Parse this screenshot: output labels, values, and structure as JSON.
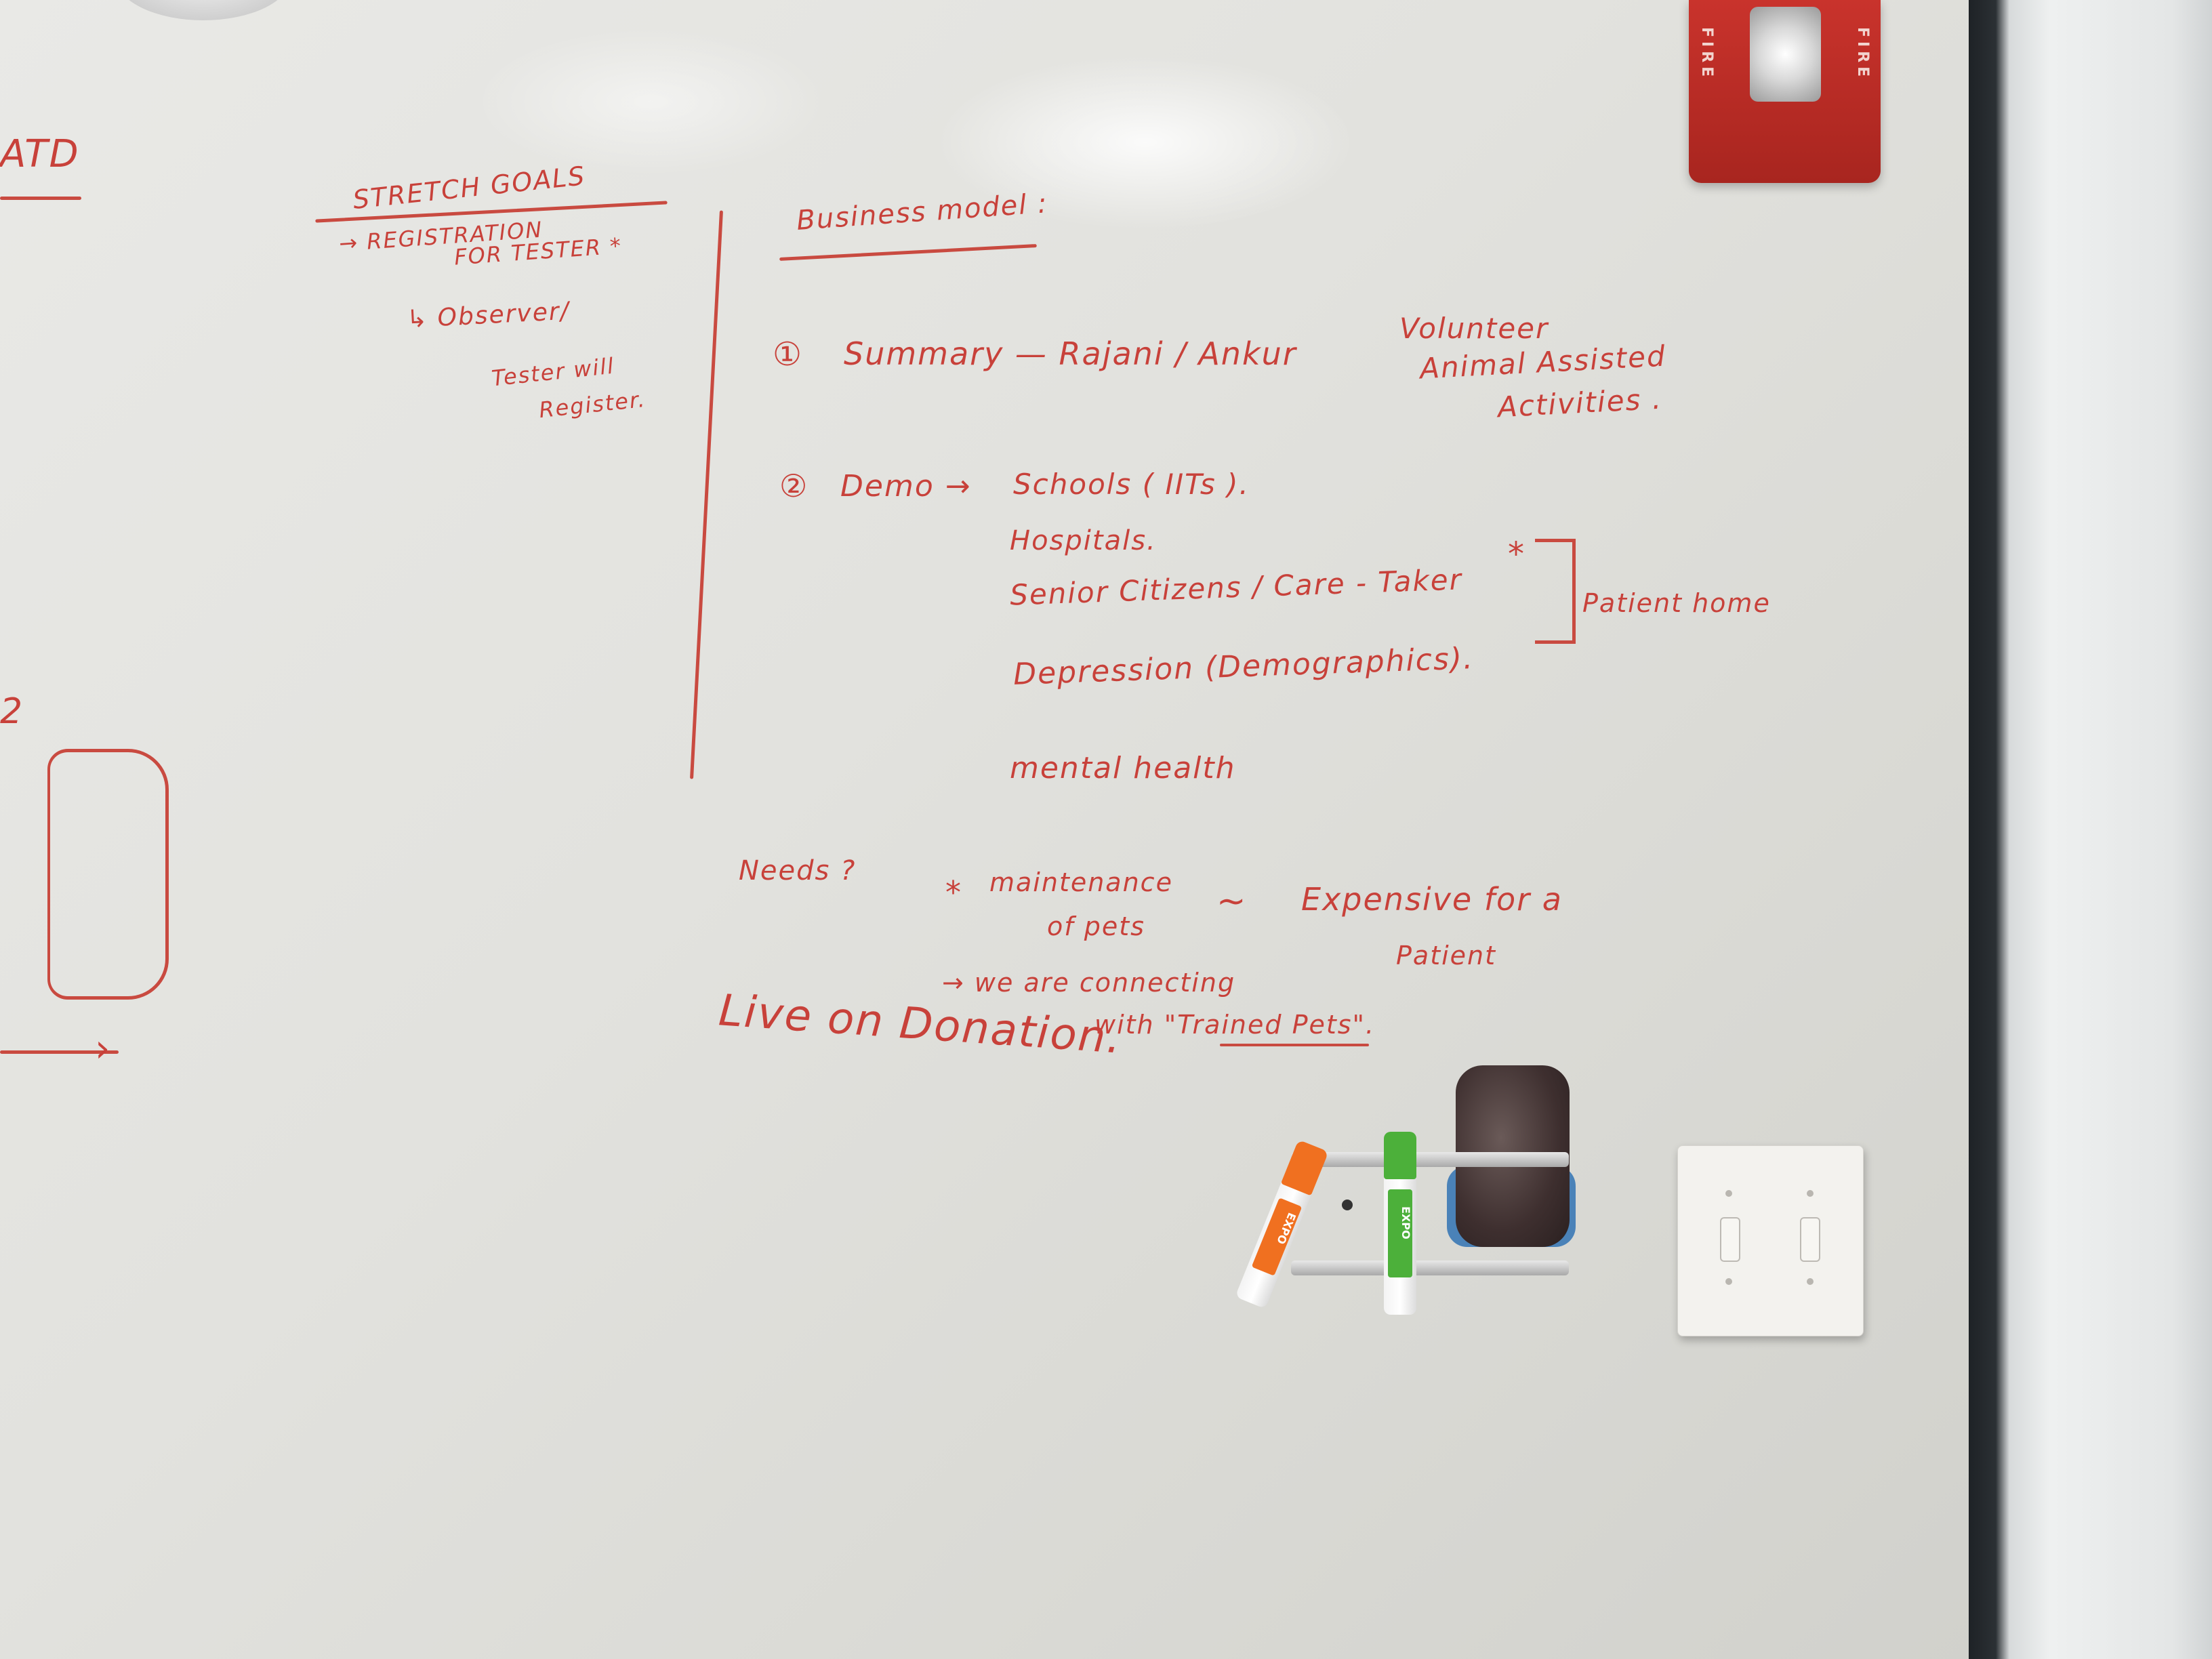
{
  "scene": {
    "description_tags": [
      "whiteboard",
      "handwriting",
      "fire-alarm",
      "light-switch",
      "marker-tray"
    ],
    "colors": {
      "ink": "#c8413a",
      "board": "#e4e4e0",
      "alarm": "#b52a24",
      "door_frame": "#1e2226"
    }
  },
  "board": {
    "left_fragment": "ATD",
    "stretch": {
      "title": "STRETCH GOALS",
      "line1": "→ REGISTRATION",
      "line2": "FOR TESTER *",
      "line3": "↳ Observer/",
      "line4": "Tester will",
      "line5": "Register."
    },
    "business_model": {
      "title": "Business model :",
      "item1_num": "①",
      "item1": "Summary  —  Rajani / Ankur",
      "volunteer1": "Volunteer",
      "volunteer2": "Animal Assisted",
      "volunteer3": "Activities .",
      "item2_num": "②",
      "item2": "Demo  →",
      "schools": "Schools  ( IITs ).",
      "hospitals": "Hospitals.",
      "seniors": "Senior Citizens / Care - Taker",
      "star": "*",
      "patient_home": "Patient home",
      "depression": "Depression (Demographics).",
      "mental": "mental health"
    },
    "needs": {
      "label": "Needs ?",
      "star": "*",
      "maintenance1": "maintenance",
      "maintenance2": "of pets",
      "tilde": "~",
      "expensive": "Expensive  for a",
      "patient": "Patient",
      "connecting1": "→  we are connecting",
      "connecting2": "with \"Trained Pets\".",
      "donation": "Live on  Donation."
    },
    "left_number": "2"
  },
  "alarm": {
    "label_left": "FIRE",
    "label_right": "FIRE"
  },
  "markers": {
    "brand": "EXPO"
  }
}
